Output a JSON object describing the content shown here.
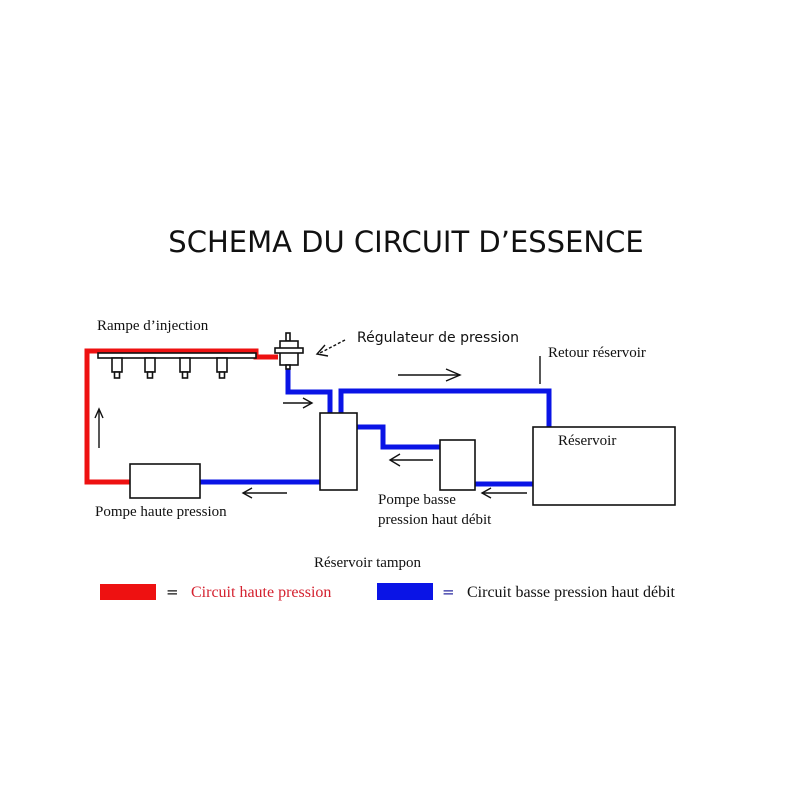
{
  "title": "SCHEMA DU CIRCUIT D’ESSENCE",
  "labels": {
    "rampe": "Rampe d’injection",
    "regulateur": "Régulateur de pression",
    "retour": "Retour réservoir",
    "reservoir": "Réservoir",
    "pompe_haute": "Pompe haute pression",
    "pompe_basse_line1": "Pompe basse",
    "pompe_basse_line2": "pression haut débit",
    "tampon": "Réservoir tampon"
  },
  "legend": [
    {
      "color": "#ee1111",
      "equals": "=",
      "label": "Circuit haute pression",
      "text_color": "#d4212f"
    },
    {
      "color": "#0a14e6",
      "equals": "=",
      "label": "Circuit basse pression haut débit",
      "text_color": "#111111"
    }
  ],
  "colors": {
    "high_pressure": "#ee1111",
    "low_pressure": "#0a14e6"
  }
}
